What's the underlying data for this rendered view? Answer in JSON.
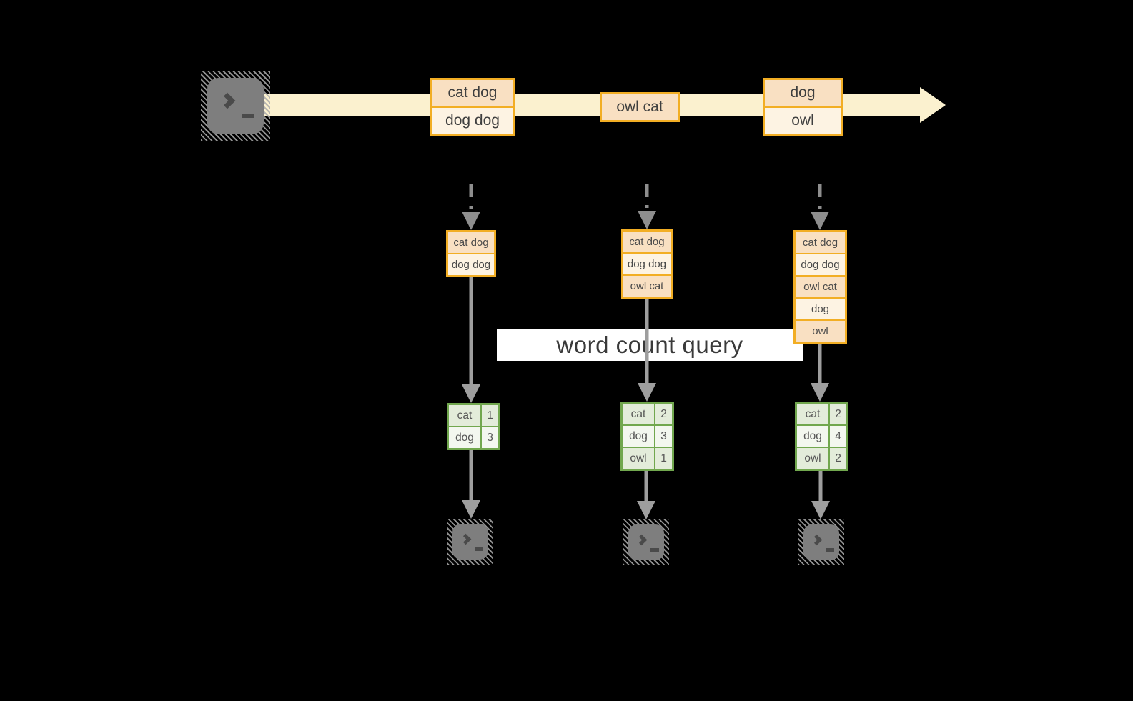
{
  "title": "word count streaming query diagram",
  "colors": {
    "background": "#000000",
    "stream_band": "#FBF1CF",
    "box_border": "#F2AE24",
    "box_fill_peach": "#F9E0C2",
    "box_fill_cream": "#FDF3E3",
    "table_border": "#71A74E",
    "table_fill_dark": "#E3ECDA",
    "table_fill_light": "#F3F7EF",
    "arrow_gray": "#9E9E9E",
    "terminal_gray": "#7E7E7E",
    "banner_bg": "#FFFFFF"
  },
  "icons": {
    "source": "terminal-icon",
    "sink": "terminal-icon"
  },
  "stream": {
    "batches": [
      {
        "rows": [
          "cat dog",
          "dog dog"
        ]
      },
      {
        "rows": [
          "owl cat"
        ]
      },
      {
        "rows": [
          "dog",
          "owl"
        ]
      }
    ]
  },
  "query": {
    "label": "word count query"
  },
  "columns": [
    {
      "stack": [
        "cat dog",
        "dog dog"
      ],
      "counts": [
        {
          "word": "cat",
          "count": "1"
        },
        {
          "word": "dog",
          "count": "3"
        }
      ]
    },
    {
      "stack": [
        "cat dog",
        "dog dog",
        "owl cat"
      ],
      "counts": [
        {
          "word": "cat",
          "count": "2"
        },
        {
          "word": "dog",
          "count": "3"
        },
        {
          "word": "owl",
          "count": "1"
        }
      ]
    },
    {
      "stack": [
        "cat dog",
        "dog dog",
        "owl cat",
        "dog",
        "owl"
      ],
      "counts": [
        {
          "word": "cat",
          "count": "2"
        },
        {
          "word": "dog",
          "count": "4"
        },
        {
          "word": "owl",
          "count": "2"
        }
      ]
    }
  ]
}
